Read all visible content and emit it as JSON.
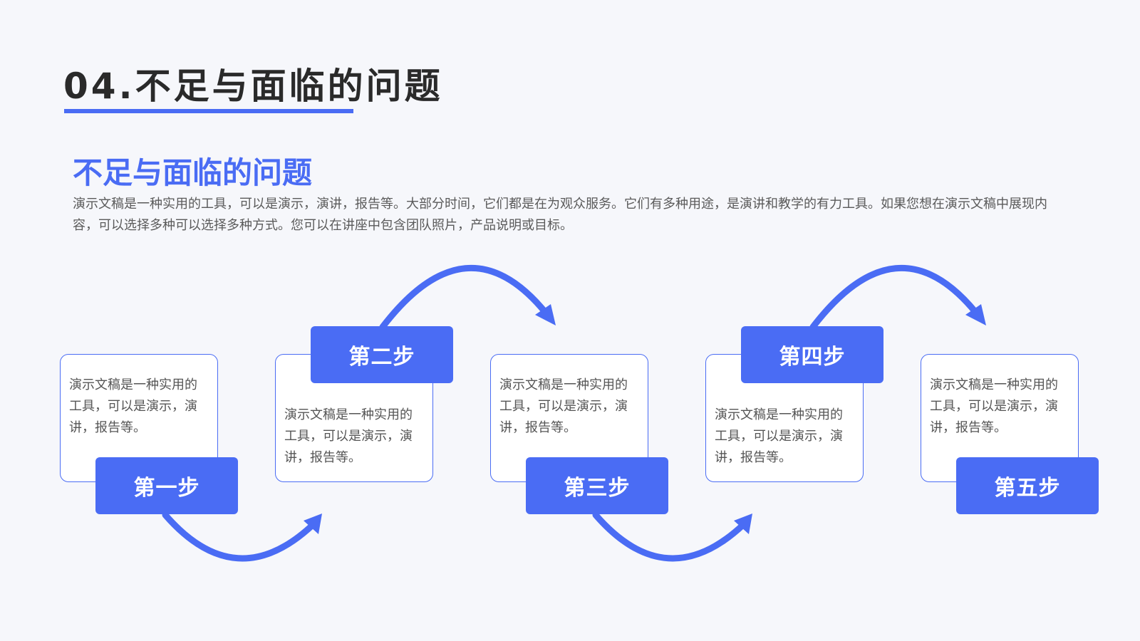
{
  "header": {
    "title": "04.不足与面临的问题"
  },
  "section": {
    "heading": "不足与面临的问题",
    "intro": "演示文稿是一种实用的工具，可以是演示，演讲，报告等。大部分时间，它们都是在为观众服务。它们有多种用途，是演讲和教学的有力工具。如果您想在演示文稿中展现内容，可以选择多种可以选择多种方式。您可以在讲座中包含团队照片，产品说明或目标。"
  },
  "steps": [
    {
      "label": "第一步",
      "text": "演示文稿是一种实用的工具，可以是演示，演讲，报告等。"
    },
    {
      "label": "第二步",
      "text": "演示文稿是一种实用的工具，可以是演示，演讲，报告等。"
    },
    {
      "label": "第三步",
      "text": "演示文稿是一种实用的工具，可以是演示，演讲，报告等。"
    },
    {
      "label": "第四步",
      "text": "演示文稿是一种实用的工具，可以是演示，演讲，报告等。"
    },
    {
      "label": "第五步",
      "text": "演示文稿是一种实用的工具，可以是演示，演讲，报告等。"
    }
  ],
  "colors": {
    "accent": "#4a6cf4",
    "background": "#f6f7fb",
    "title_text": "#2a2a2a"
  },
  "icons": [
    "curved-arrow-icon"
  ]
}
